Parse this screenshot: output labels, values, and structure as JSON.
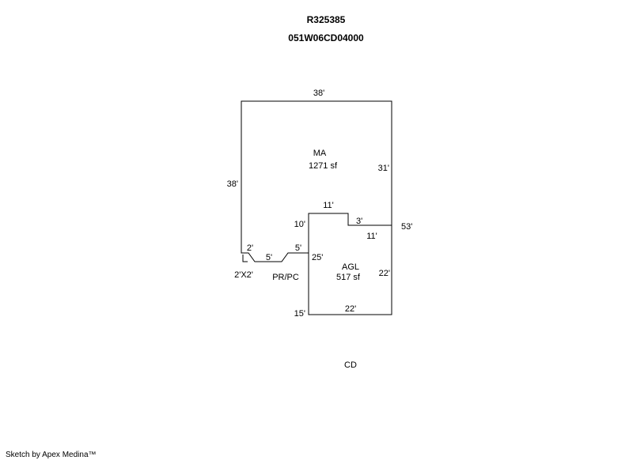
{
  "header": {
    "parcel_id": "R325385",
    "map_taxlot": "051W06CD04000"
  },
  "sketch": {
    "areas": {
      "ma_label": "MA",
      "ma_sqft": "1271 sf",
      "agl_label": "AGL",
      "agl_sqft": "517 sf",
      "prpc_label": "PR/PC",
      "cd_label": "CD",
      "porch_size": "2'X2'"
    },
    "dimensions": {
      "top_width": "38'",
      "left_height": "38'",
      "right_upper": "31'",
      "right_total": "53'",
      "notch_top": "11'",
      "notch_left": "10'",
      "notch_step": "3'",
      "notch_bottom": "11'",
      "porch_seg_left": "2'",
      "porch_seg_upper": "5'",
      "porch_seg_lower": "5'",
      "agl_left": "25'",
      "agl_left_lower": "15'",
      "agl_right": "22'",
      "agl_bottom": "22'"
    },
    "line_color": "#000000",
    "background_color": "#ffffff"
  },
  "footer": {
    "credit": "Sketch by Apex Medina™"
  }
}
